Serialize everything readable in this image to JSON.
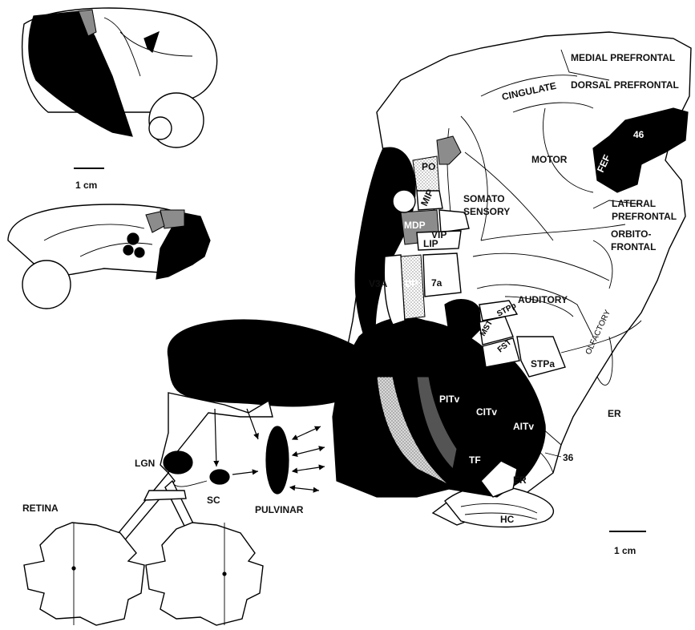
{
  "regions": {
    "medial_prefrontal": "MEDIAL PREFRONTAL",
    "dorsal_prefrontal": "DORSAL PREFRONTAL",
    "cingulate": "CINGULATE",
    "area46": "46",
    "motor": "MOTOR",
    "fef": "FEF",
    "lateral_prefrontal_1": "LATERAL",
    "lateral_prefrontal_2": "PREFRONTAL",
    "somato_1": "SOMATO",
    "somato_2": "SENSORY",
    "po": "PO",
    "mip": "MIP",
    "mdp": "MDP",
    "vip": "VIP",
    "lip": "LIP",
    "v3a": "V3A",
    "dp": "DP",
    "a7a": "7a",
    "orbito_1": "ORBITO-",
    "orbito_2": "FRONTAL",
    "auditory": "AUDITORY",
    "olfactory": "OLFACTORY",
    "stpp": "STPp",
    "mst": "MST",
    "fst": "FST",
    "stpa": "STPa",
    "pitv": "PITv",
    "citv": "CITv",
    "aitv": "AITv",
    "tf": "TF",
    "er_right": "ER",
    "er_bottom": "ER",
    "a36": "36",
    "hc": "HC",
    "lgn": "LGN",
    "sc": "SC",
    "pulvinar": "PULVINAR",
    "retina": "RETINA"
  },
  "scale_bars": {
    "top_left": "1 cm",
    "bottom_right": "1 cm"
  },
  "colors": {
    "ink": "#000000",
    "paper": "#ffffff",
    "grey_area": "#8c8c8c"
  }
}
